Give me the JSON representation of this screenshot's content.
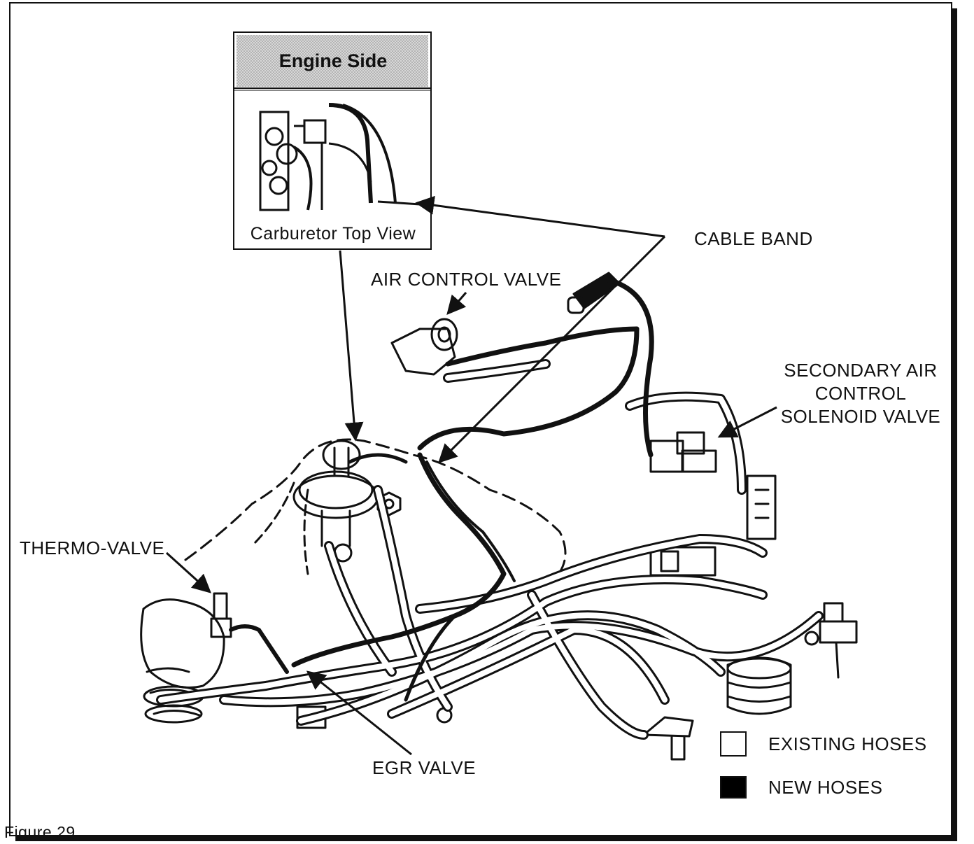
{
  "inset": {
    "title": "Engine Side",
    "caption": "Carburetor Top View"
  },
  "labels": {
    "cable_band": "CABLE BAND",
    "air_control_valve": "AIR CONTROL VALVE",
    "secondary_air_line1": "SECONDARY AIR",
    "secondary_air_line2": "CONTROL",
    "secondary_air_line3": "SOLENOID VALVE",
    "thermo_valve": "THERMO-VALVE",
    "egr_valve": "EGR VALVE"
  },
  "legend": {
    "existing": "EXISTING HOSES",
    "new": "NEW HOSES",
    "existing_color": "#ffffff",
    "new_color": "#000000"
  },
  "figure": "Figure 29"
}
